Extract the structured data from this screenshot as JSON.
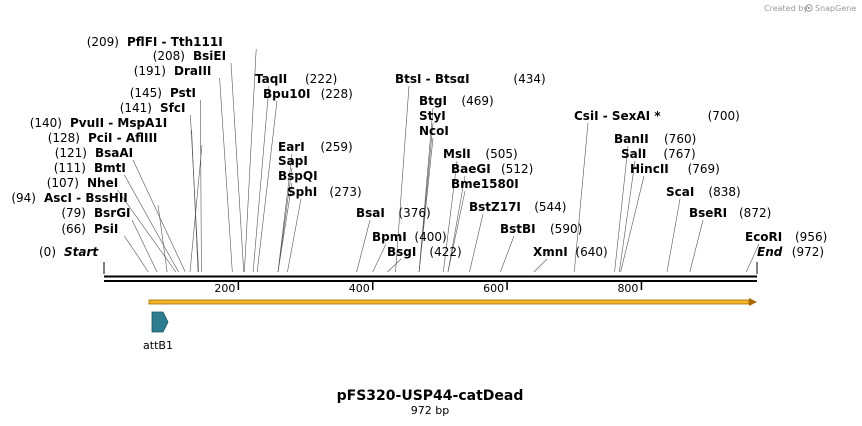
{
  "credit": {
    "text": "Created by",
    "brand": "SnapGene"
  },
  "plasmid": {
    "name": "pFS320-USP44-catDead",
    "size_label": "972 bp",
    "length": 972
  },
  "ruler_ticks": [
    "200",
    "400",
    "600",
    "800"
  ],
  "ruler_values": [
    200,
    400,
    600,
    800
  ],
  "sites": [
    {
      "text": "Start",
      "num": "(0)",
      "pos": 0,
      "terminal": true
    },
    {
      "text": "PsiI",
      "num": "(66)",
      "pos": 66
    },
    {
      "text": "BsrGI",
      "num": "(79)",
      "pos": 79
    },
    {
      "text": "AscI  -  BssHII",
      "num": "(94)",
      "pos": 94
    },
    {
      "text": "NheI",
      "num": "(107)",
      "pos": 107
    },
    {
      "text": "BmtI",
      "num": "(111)",
      "pos": 111
    },
    {
      "text": "BsaAI",
      "num": "(121)",
      "pos": 121
    },
    {
      "text": "PciI  -  AflIII",
      "num": "(128)",
      "pos": 128
    },
    {
      "text": "PvuII  -  MspA1I",
      "num": "(140)",
      "pos": 140
    },
    {
      "text": "SfcI",
      "num": "(141)",
      "pos": 141
    },
    {
      "text": "PstI",
      "num": "(145)",
      "pos": 145
    },
    {
      "text": "DraIII",
      "num": "(191)",
      "pos": 191
    },
    {
      "text": "BsiEI",
      "num": "(208)",
      "pos": 208
    },
    {
      "text": "PflFI  -  Tth111I",
      "num": "(209)",
      "pos": 209
    },
    {
      "text": "TaqII",
      "num": "(222)",
      "pos": 222
    },
    {
      "text": "Bpu10I",
      "num": "(228)",
      "pos": 228
    },
    {
      "text": "EarI",
      "num": "(259)",
      "pos": 259
    },
    {
      "text": "SapI",
      "num": "",
      "pos": 259
    },
    {
      "text": "BspQI",
      "num": "",
      "pos": 259
    },
    {
      "text": "SphI",
      "num": "(273)",
      "pos": 273
    },
    {
      "text": "BsaI",
      "num": "(376)",
      "pos": 376
    },
    {
      "text": "BpmI",
      "num": "(400)",
      "pos": 400
    },
    {
      "text": "BsgI",
      "num": "(422)",
      "pos": 422
    },
    {
      "text": "BtsI  -  BtsαI",
      "num": "(434)",
      "pos": 434
    },
    {
      "text": "BtgI",
      "num": "(469)",
      "pos": 469
    },
    {
      "text": "StyI",
      "num": "",
      "pos": 469
    },
    {
      "text": "NcoI",
      "num": "",
      "pos": 469
    },
    {
      "text": "MslI",
      "num": "(505)",
      "pos": 505
    },
    {
      "text": "BaeGI",
      "num": "(512)",
      "pos": 512
    },
    {
      "text": "Bme1580I",
      "num": "",
      "pos": 512
    },
    {
      "text": "BstZ17I",
      "num": "(544)",
      "pos": 544
    },
    {
      "text": "BstBI",
      "num": "(590)",
      "pos": 590
    },
    {
      "text": "XmnI",
      "num": "(640)",
      "pos": 640
    },
    {
      "text": "CsiI  -  SexAI *",
      "num": "(700)",
      "pos": 700
    },
    {
      "text": "BanII",
      "num": "(760)",
      "pos": 760
    },
    {
      "text": "SalI",
      "num": "(767)",
      "pos": 767
    },
    {
      "text": "HincII",
      "num": "(769)",
      "pos": 769
    },
    {
      "text": "ScaI",
      "num": "(838)",
      "pos": 838
    },
    {
      "text": "BseRI",
      "num": "(872)",
      "pos": 872
    },
    {
      "text": "EcoRI",
      "num": "(956)",
      "pos": 956
    },
    {
      "text": "End",
      "num": "(972)",
      "pos": 972,
      "terminal": true
    }
  ],
  "features": [
    {
      "name": "attB1",
      "color": "#2e7d8f"
    }
  ],
  "colors": {
    "orf_fill": "#f0b429",
    "orf_edge": "#a86b00",
    "backbone": "#000000",
    "feature": "#2e7d8f"
  }
}
